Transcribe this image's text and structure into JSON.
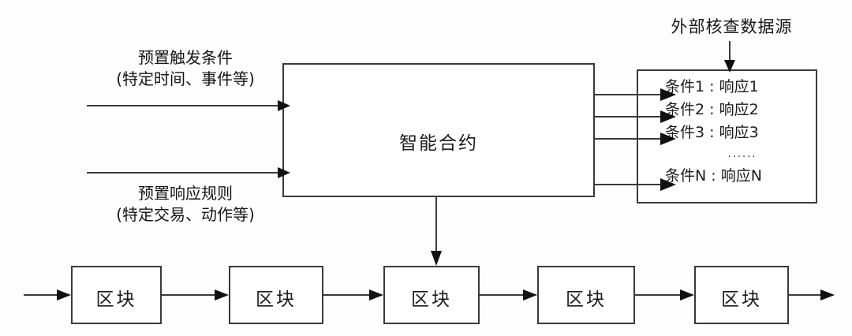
{
  "diagram": {
    "title_external_source": "外部核查数据源",
    "contract": {
      "label": "智能合约"
    },
    "inputs": [
      {
        "line1": "预置触发条件",
        "line2": "(特定时间、事件等)"
      },
      {
        "line1": "预置响应规则",
        "line2": "(特定交易、动作等)"
      }
    ],
    "conditions": [
      "条件1 : 响应1",
      "条件2 : 响应2",
      "条件3 : 响应3",
      "条件N : 响应N"
    ],
    "conditions_ellipsis": "......",
    "blocks": [
      {
        "label": "区块"
      },
      {
        "label": "区块"
      },
      {
        "label": "区块"
      },
      {
        "label": "区块"
      },
      {
        "label": "区块"
      }
    ],
    "colors": {
      "stroke": "#3b3b3b",
      "text": "#161616",
      "background": "#fdfdfd"
    }
  }
}
